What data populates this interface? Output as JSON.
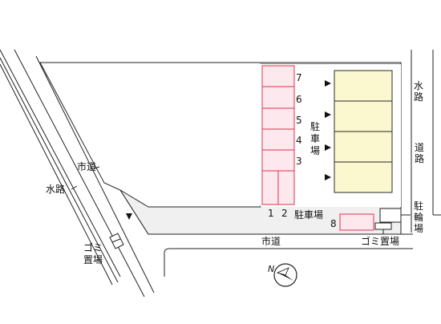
{
  "labels": {
    "city_road_left": "市道",
    "waterway_left": "水路",
    "garbage_left_line1": "ゴミ",
    "garbage_left_line2": "置場",
    "city_road_bottom": "市道",
    "garbage_right": "ゴミ置場",
    "waterway_right": [
      "水",
      "路"
    ],
    "road_right": [
      "道",
      "路"
    ],
    "bike_parking": [
      "駐",
      "輪",
      "場"
    ],
    "parking_vertical": [
      "駐",
      "車",
      "場"
    ],
    "parking_horizontal": "駐車場"
  },
  "space_numbers": {
    "s7": "7",
    "s6": "6",
    "s5": "5",
    "s4": "4",
    "s3": "3",
    "s1": "1",
    "s2": "2",
    "s8": "8"
  },
  "colors": {
    "parking_fill": "#fde8ee",
    "parking_stroke": "#e0304a",
    "building_fill": "#fbf7cf",
    "building_stroke": "#2a2a2a",
    "lot_fill": "#f0f0f0",
    "line": "#222222"
  },
  "icons": {
    "compass": "north-compass-icon",
    "entrance": "triangle-arrow-icon"
  }
}
